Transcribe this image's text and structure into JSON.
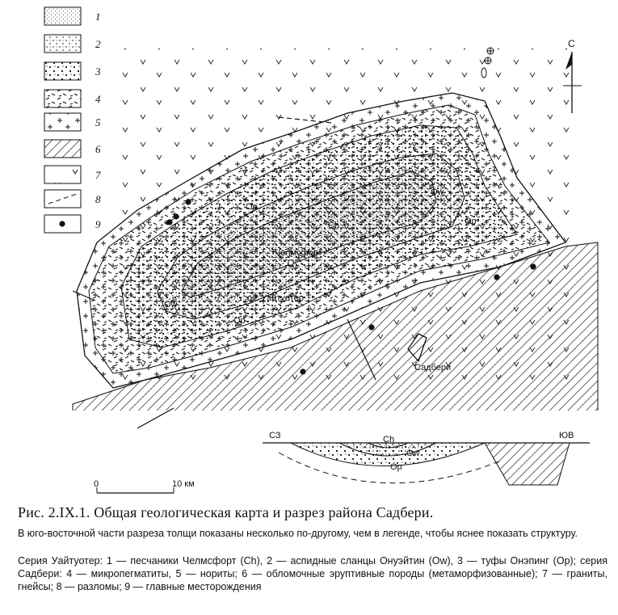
{
  "legend": [
    "1",
    "2",
    "3",
    "4",
    "5",
    "6",
    "7",
    "8",
    "9"
  ],
  "map_labels": {
    "ch": "Ch",
    "ow_east": "Ow",
    "ow_west": "Ow",
    "op_north": "Op",
    "op_east": "Op",
    "op_south": "Op",
    "town_chelmsford": "Челмсфорт",
    "lake_whitewater": "оз. Уайтуотер",
    "town_sudbury": "Садбери"
  },
  "north_arrow": "С",
  "scale_bar": {
    "start": "0",
    "end": "10 км"
  },
  "section": {
    "nw": "СЗ",
    "se": "ЮВ",
    "ch": "Ch",
    "ow": "Ow",
    "op": "Op"
  },
  "caption": {
    "title": "Рис. 2.IX.1. Общая геологическая карта и разрез района Садбери.",
    "note": "В юго-восточной части разреза толщи показаны несколько по-другому, чем в легенде, чтобы яснее показать структуру.",
    "legend_text": "Серия Уайтуотер: 1 — песчаники Челмсфорт (Ch), 2 — аспидные сланцы Онуэйтин (Ow), 3 — туфы Онэпинг (Op); серия Садбери: 4 — микропегматиты, 5 — нориты; 6 — обломочные эруптивные породы (метаморфизованные); 7 — граниты, гнейсы; 8 — разломы; 9 — главные месторождения"
  }
}
